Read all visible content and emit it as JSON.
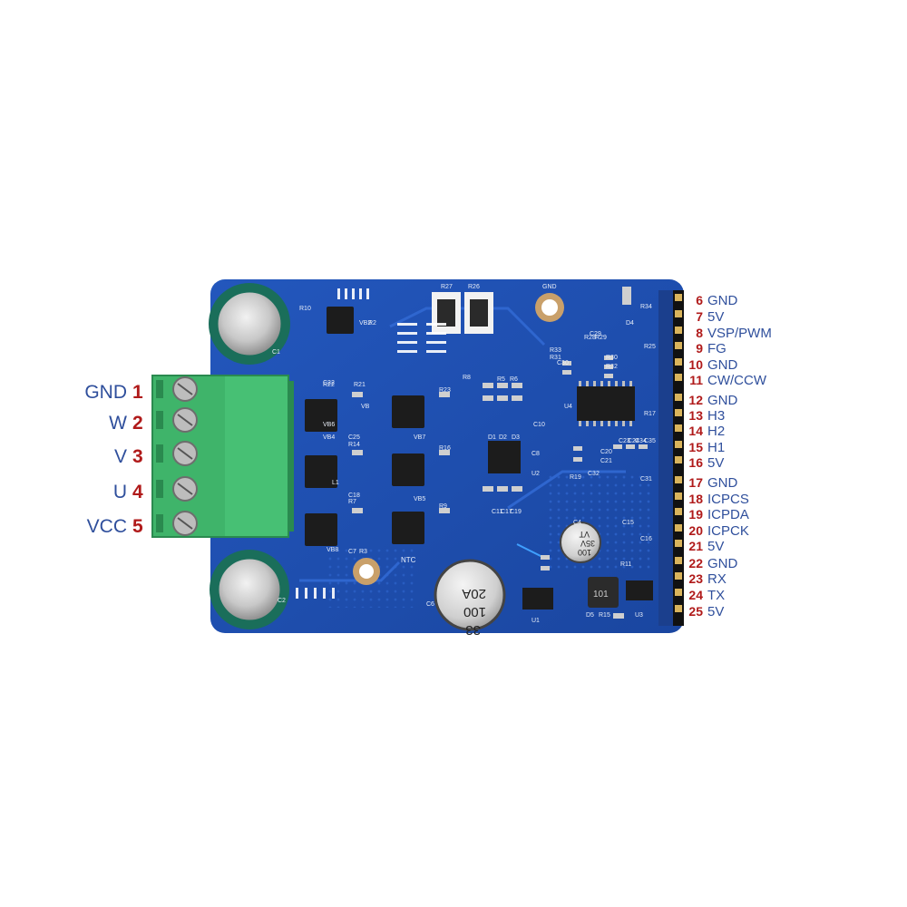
{
  "terminal_pins": [
    {
      "num": "1",
      "name": "GND"
    },
    {
      "num": "2",
      "name": "W"
    },
    {
      "num": "3",
      "name": "V"
    },
    {
      "num": "4",
      "name": "U"
    },
    {
      "num": "5",
      "name": "VCC"
    }
  ],
  "header_pins": [
    {
      "num": "6",
      "name": "GND"
    },
    {
      "num": "7",
      "name": "5V"
    },
    {
      "num": "8",
      "name": "VSP/PWM"
    },
    {
      "num": "9",
      "name": "FG"
    },
    {
      "num": "10",
      "name": "GND"
    },
    {
      "num": "11",
      "name": "CW/CCW"
    },
    {
      "num": "12",
      "name": "GND"
    },
    {
      "num": "13",
      "name": "H3"
    },
    {
      "num": "14",
      "name": "H2"
    },
    {
      "num": "15",
      "name": "H1"
    },
    {
      "num": "16",
      "name": "5V"
    },
    {
      "num": "17",
      "name": "GND"
    },
    {
      "num": "18",
      "name": "ICPCS"
    },
    {
      "num": "19",
      "name": "ICPDA"
    },
    {
      "num": "20",
      "name": "ICPCK"
    },
    {
      "num": "21",
      "name": "5V"
    },
    {
      "num": "22",
      "name": "GND"
    },
    {
      "num": "23",
      "name": "RX"
    },
    {
      "num": "24",
      "name": "TX"
    },
    {
      "num": "25",
      "name": "5V"
    }
  ],
  "silkscreen": {
    "gnd_pad": "GND",
    "ntc": "NTC",
    "cap_big": [
      "33",
      "100",
      "20A"
    ],
    "cap_small": [
      "100",
      "35V",
      "VT"
    ],
    "inductor": "101",
    "refs": [
      "R27",
      "R26",
      "R10",
      "R2",
      "R8",
      "R5",
      "R6",
      "R22",
      "R21",
      "R23",
      "R14",
      "R16",
      "R7",
      "R9",
      "R3",
      "C22",
      "C25",
      "C18",
      "C7",
      "C2",
      "C6",
      "C4",
      "C1",
      "C10",
      "C8",
      "C11",
      "C17",
      "C19",
      "C15",
      "C16",
      "C20",
      "C21",
      "C23",
      "C24",
      "C32",
      "C34",
      "C35",
      "C29",
      "C30",
      "C31",
      "R17",
      "R19",
      "R25",
      "R28",
      "R29",
      "R30",
      "R31",
      "R32",
      "R33",
      "R34",
      "R15",
      "R11",
      "VB",
      "VB4",
      "VB5",
      "VB6",
      "VB7",
      "VB8",
      "VB2",
      "U1",
      "U2",
      "U3",
      "U4",
      "D1",
      "D2",
      "D3",
      "D4",
      "D5",
      "L1"
    ]
  },
  "colors": {
    "pcb": "#1d4fb0",
    "terminal": "#3fb46a",
    "pin_number": "#b01a1a",
    "pin_name": "#2f4f9c"
  }
}
